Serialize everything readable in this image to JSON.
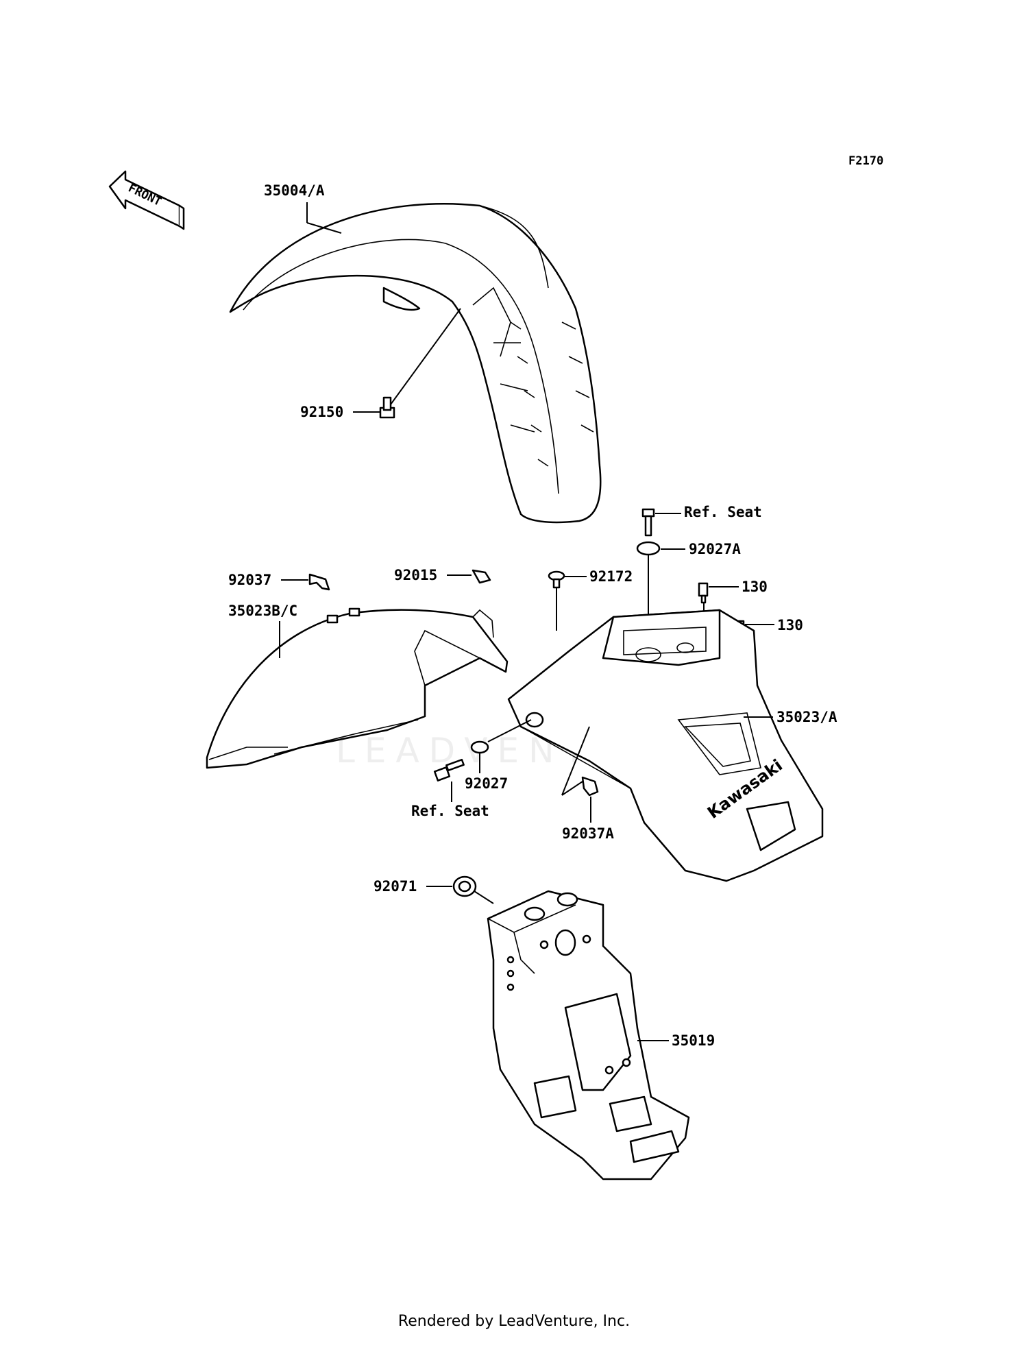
{
  "diagram_code": "F2170",
  "front_arrow_label": "FRONT",
  "watermark": "LEADVENTURE",
  "brand_logo": "Kawasaki",
  "footer": "Rendered by LeadVenture, Inc.",
  "labels": {
    "front_fender": "35004/A",
    "front_fender_bolt": "92150",
    "ref_seat_top": "Ref. Seat",
    "collar_top": "92027A",
    "rear_screw": "92172",
    "bolt_130_a": "130",
    "bolt_130_b": "130",
    "rear_fender": "35023/A",
    "clamp_left": "92037",
    "clip": "92015",
    "inner_fender": "35023B/C",
    "collar_lower": "92027",
    "ref_seat_lower": "Ref. Seat",
    "clamp_lower": "92037A",
    "grommet": "92071",
    "flap": "35019"
  }
}
